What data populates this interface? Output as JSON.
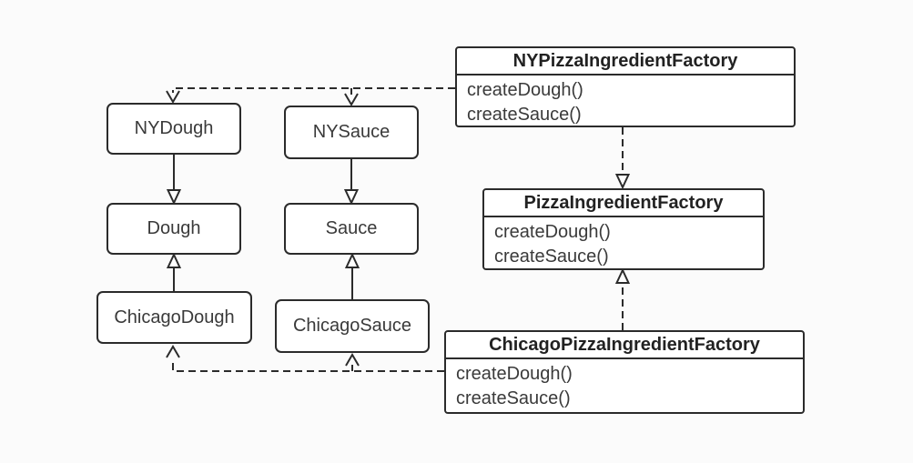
{
  "canvas": {
    "background_color": "#fbfbfb",
    "line_color": "#2b2b2b",
    "box_fill_color": "#ffffff",
    "text_color": "#3a3a3a"
  },
  "classes": {
    "nydough": {
      "label": "NYDough"
    },
    "nysauce": {
      "label": "NYSauce"
    },
    "dough": {
      "label": "Dough"
    },
    "sauce": {
      "label": "Sauce"
    },
    "chicagodough": {
      "label": "ChicagoDough"
    },
    "chicagosauce": {
      "label": "ChicagoSauce"
    },
    "ny_factory": {
      "title": "NYPizzaIngredientFactory",
      "methods": [
        "createDough()",
        "createSauce()"
      ]
    },
    "pizza_factory": {
      "title": "PizzaIngredientFactory",
      "methods": [
        "createDough()",
        "createSauce()"
      ]
    },
    "chicago_factory": {
      "title": "ChicagoPizzaIngredientFactory",
      "methods": [
        "createDough()",
        "createSauce()"
      ]
    }
  },
  "relationships": [
    {
      "from": "NYDough",
      "to": "Dough",
      "type": "inheritance",
      "line": "solid",
      "arrowhead": "hollow-triangle"
    },
    {
      "from": "NYSauce",
      "to": "Sauce",
      "type": "inheritance",
      "line": "solid",
      "arrowhead": "hollow-triangle"
    },
    {
      "from": "ChicagoDough",
      "to": "Dough",
      "type": "inheritance",
      "line": "solid",
      "arrowhead": "hollow-triangle"
    },
    {
      "from": "ChicagoSauce",
      "to": "Sauce",
      "type": "inheritance",
      "line": "solid",
      "arrowhead": "hollow-triangle"
    },
    {
      "from": "NYPizzaIngredientFactory",
      "to": "PizzaIngredientFactory",
      "type": "realization",
      "line": "dashed",
      "arrowhead": "hollow-triangle"
    },
    {
      "from": "ChicagoPizzaIngredientFactory",
      "to": "PizzaIngredientFactory",
      "type": "realization",
      "line": "dashed",
      "arrowhead": "hollow-triangle"
    },
    {
      "from": "NYPizzaIngredientFactory",
      "to": "NYDough",
      "type": "dependency",
      "line": "dashed",
      "arrowhead": "open-v"
    },
    {
      "from": "NYPizzaIngredientFactory",
      "to": "NYSauce",
      "type": "dependency",
      "line": "dashed",
      "arrowhead": "open-v"
    },
    {
      "from": "ChicagoPizzaIngredientFactory",
      "to": "ChicagoDough",
      "type": "dependency",
      "line": "dashed",
      "arrowhead": "open-v"
    },
    {
      "from": "ChicagoPizzaIngredientFactory",
      "to": "ChicagoSauce",
      "type": "dependency",
      "line": "dashed",
      "arrowhead": "open-v"
    }
  ]
}
